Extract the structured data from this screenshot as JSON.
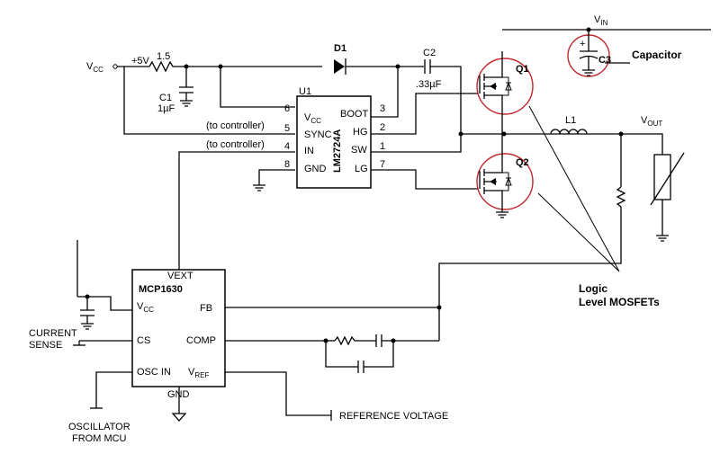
{
  "supply": {
    "vcc": "V",
    "vcc_sub": "CC",
    "plus5v": "+5V",
    "r_value": "1.5",
    "c1_name": "C1",
    "c1_value": "1µF",
    "vin": "V",
    "vin_sub": "IN",
    "vout": "V",
    "vout_sub": "OUT"
  },
  "components": {
    "d1": "D1",
    "c2_name": "C2",
    "c2_value": ".33µF",
    "u1": "U1",
    "q1": "Q1",
    "q2": "Q2",
    "l1": "L1",
    "c3": "C3",
    "capacitor_label": "Capacitor",
    "mosfet_label_1": "Logic",
    "mosfet_label_2": "Level MOSFETs"
  },
  "lm2724a": {
    "name": "LM2724A",
    "pins": {
      "vcc": "V",
      "vcc_sub": "CC",
      "vcc_num": "6",
      "sync": "SYNC",
      "sync_num": "5",
      "in": "IN",
      "in_num": "4",
      "gnd": "GND",
      "gnd_num": "8",
      "boot": "BOOT",
      "boot_num": "3",
      "hg": "HG",
      "hg_num": "2",
      "sw": "SW",
      "sw_num": "1",
      "lg": "LG",
      "lg_num": "7"
    },
    "sync_note": "(to controller)",
    "in_note": "(to controller)"
  },
  "mcp1630": {
    "name": "MCP1630",
    "vext": "VEXT",
    "vcc": "V",
    "vcc_sub": "CC",
    "cs": "CS",
    "osc_in": "OSC IN",
    "fb": "FB",
    "comp": "COMP",
    "vref": "V",
    "vref_sub": "REF",
    "gnd": "GND"
  },
  "io": {
    "current_sense_1": "CURRENT",
    "current_sense_2": "SENSE",
    "osc_1": "OSCILLATOR",
    "osc_2": "FROM MCU",
    "ref_voltage": "REFERENCE VOLTAGE"
  }
}
